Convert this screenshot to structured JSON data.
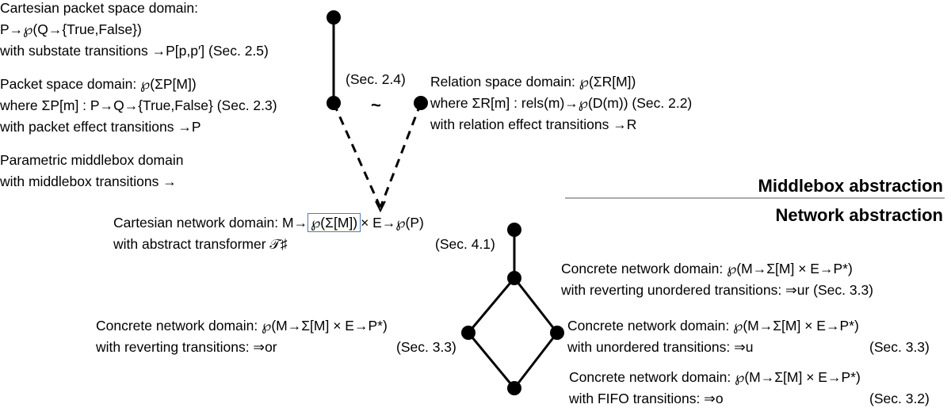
{
  "cartesian_packet": {
    "title": "Cartesian packet space domain:",
    "line2": "P→℘(Q→{True,False})",
    "line3": "with substate transitions →P[p,p′] (Sec. 2.5)"
  },
  "packet_space": {
    "title": "Packet space domain: ℘(ΣP[M])",
    "line2": "where ΣP[m] : P→Q→{True,False} (Sec. 2.3)",
    "line3": "with packet effect transitions →P"
  },
  "parametric": {
    "title": "Parametric middlebox domain",
    "line2": "with middlebox transitions →"
  },
  "relation_space": {
    "ref": "(Sec. 2.4)",
    "equiv": "~",
    "title": "Relation space domain: ℘(ΣR[M])",
    "line2": "where ΣR[m] : rels(m)→℘(D(m)) (Sec. 2.2)",
    "line3": "with relation effect transitions →R"
  },
  "headings": {
    "middlebox": "Middlebox abstraction",
    "network": "Network abstraction"
  },
  "cartesian_network": {
    "line1_prefix": "Cartesian network domain: M→",
    "line1_boxed": "℘(Σ[M])",
    "line1_suffix": "× E→℘(P)",
    "line2": "with abstract transformer 𝒯♯",
    "ref": "(Sec. 4.1)"
  },
  "concrete_ur": {
    "line1": "Concrete network domain: ℘(M→Σ[M] × E→P*)",
    "line2": "with reverting unordered transitions: ⇒ur (Sec. 3.3)"
  },
  "concrete_or": {
    "line1": "Concrete network domain: ℘(M→Σ[M] × E→P*)",
    "line2": "with reverting transitions: ⇒or",
    "ref": "(Sec. 3.3)"
  },
  "concrete_u": {
    "line1": "Concrete network domain: ℘(M→Σ[M] × E→P*)",
    "line2": "with unordered transitions: ⇒u",
    "ref": "(Sec. 3.3)"
  },
  "concrete_o": {
    "line1": "Concrete network domain: ℘(M→Σ[M] × E→P*)",
    "line2": "with FIFO transitions: ⇒o",
    "ref": "(Sec. 3.2)"
  }
}
